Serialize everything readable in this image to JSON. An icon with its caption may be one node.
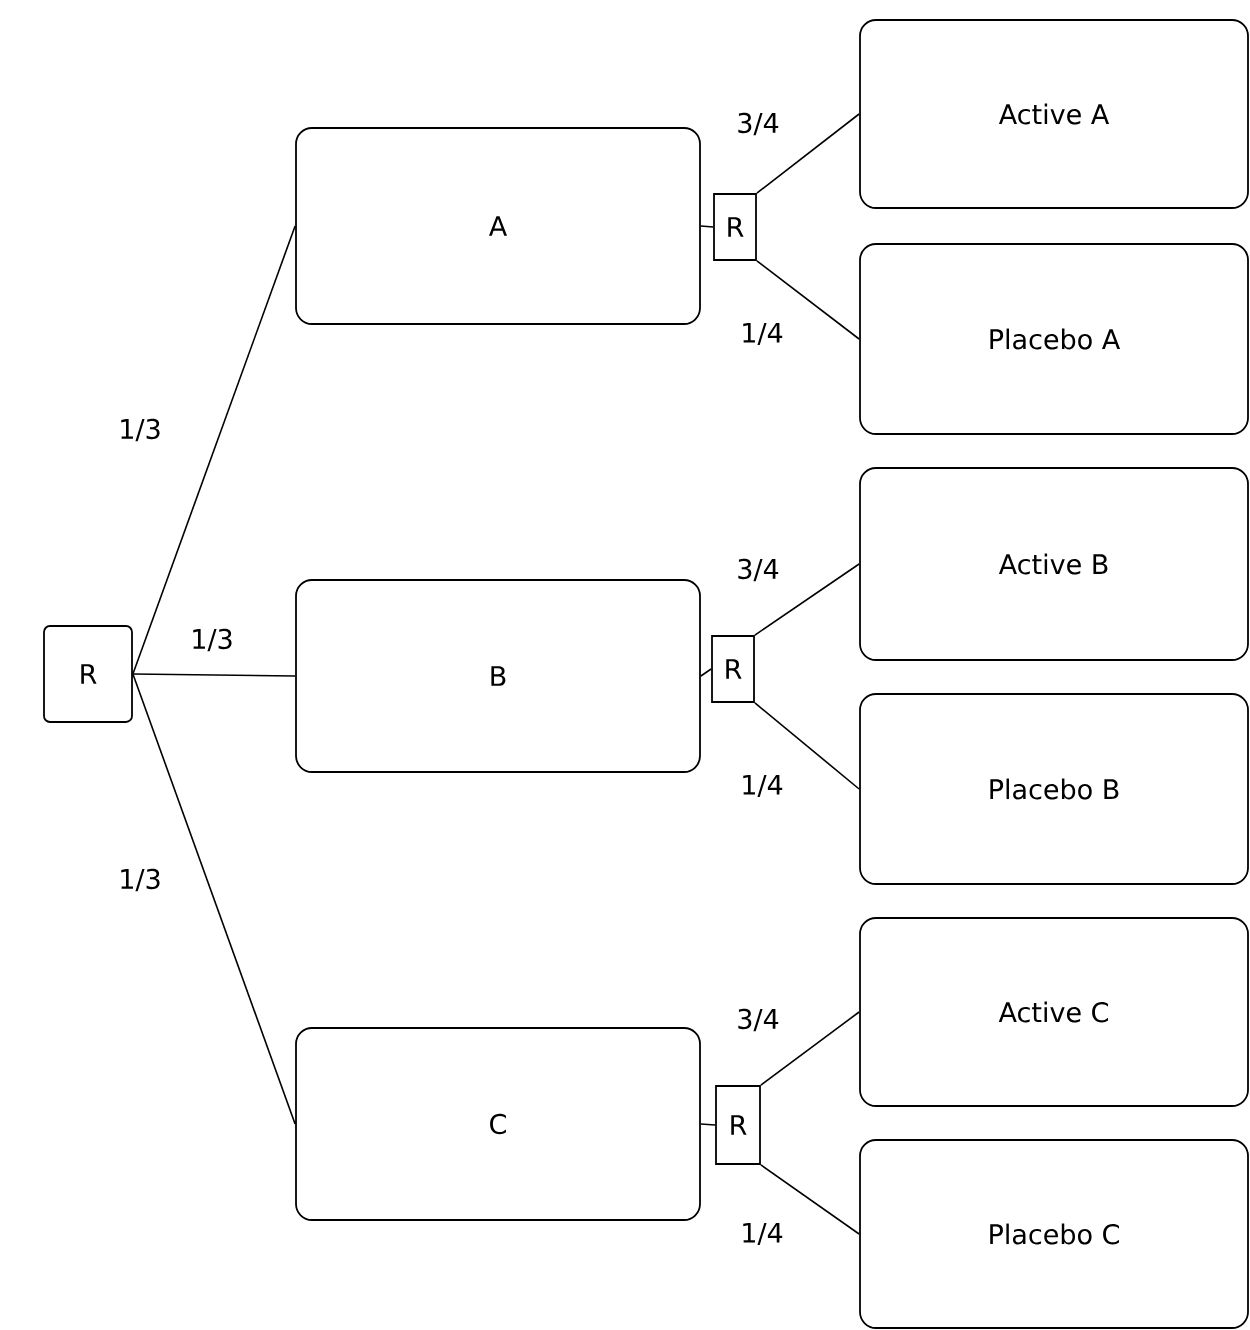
{
  "diagram": {
    "nodes": [
      {
        "text": [
          "R"
        ]
      },
      {
        "text": [
          "A"
        ]
      },
      {
        "text": [
          "B"
        ]
      },
      {
        "text": [
          "C"
        ]
      },
      {
        "text": [
          "R"
        ]
      },
      {
        "text": [
          "Active A"
        ]
      },
      {
        "text": [
          "Placebo A"
        ]
      },
      {
        "text": [
          "R"
        ]
      },
      {
        "text": [
          "Active B"
        ]
      },
      {
        "text": [
          "Placebo B"
        ]
      },
      {
        "text": [
          "R"
        ]
      },
      {
        "text": [
          "Active C"
        ]
      },
      {
        "text": [
          "Placebo C"
        ]
      }
    ],
    "edges": [
      {
        "from": 0,
        "to": 1,
        "arrow": "none",
        "label": "1/3"
      },
      {
        "from": 0,
        "to": 2,
        "arrow": "none",
        "label": "1/3"
      },
      {
        "from": 0,
        "to": 3,
        "arrow": "none",
        "label": "1/3"
      },
      {
        "from": 1,
        "to": 4,
        "arrow": "none"
      },
      {
        "from": 4,
        "to": 5,
        "arrow": "none",
        "label": "3/4"
      },
      {
        "from": 4,
        "to": 6,
        "arrow": "none",
        "label": "1/4"
      },
      {
        "from": 2,
        "to": 7,
        "arrow": "none"
      },
      {
        "from": 7,
        "to": 8,
        "arrow": "none",
        "label": "3/4"
      },
      {
        "from": 7,
        "to": 9,
        "arrow": "none",
        "label": "1/4"
      },
      {
        "from": 3,
        "to": 10,
        "arrow": "none"
      },
      {
        "from": 10,
        "to": 11,
        "arrow": "none",
        "label": "3/4"
      },
      {
        "from": 10,
        "to": 12,
        "arrow": "none",
        "label": "1/4"
      }
    ]
  }
}
